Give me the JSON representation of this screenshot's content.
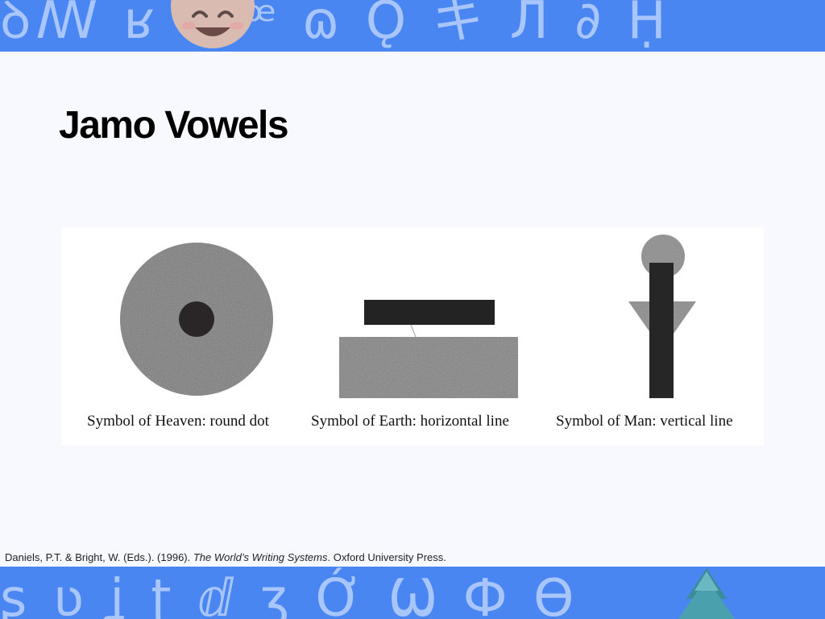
{
  "slide": {
    "title": "Jamo Vowels",
    "top_band": {
      "decor_glyphs": "ꝺꟿ ʁ Я ꟹ ɷ Ǫ キ Л ∂ Ḥ",
      "emoji_icon": "smiling-face-icon"
    },
    "bottom_band": {
      "decor_glyphs": "ʂ ʋ ʝ ʈ ⅆ ʒ Ớ Ѡ Ф   Ɵ",
      "emoji_icon": "evergreen-tree-icon"
    },
    "colors": {
      "band": "#4a86f1",
      "glyphs": "#a8c6fb",
      "background": "#f7f9ff",
      "symbol_gray": "#7a7a7a",
      "symbol_dark": "#232323"
    }
  },
  "figure": {
    "symbols": [
      {
        "name": "heaven",
        "caption": "Symbol of Heaven: round dot"
      },
      {
        "name": "earth",
        "caption": "Symbol of Earth: horizontal line"
      },
      {
        "name": "man",
        "caption": "Symbol of Man: vertical line"
      }
    ]
  },
  "citation": {
    "prefix": "Daniels, P.T. & Bright, W. (Eds.). (1996). ",
    "book_title": "The World’s Writing Systems",
    "suffix": ". Oxford University Press."
  }
}
